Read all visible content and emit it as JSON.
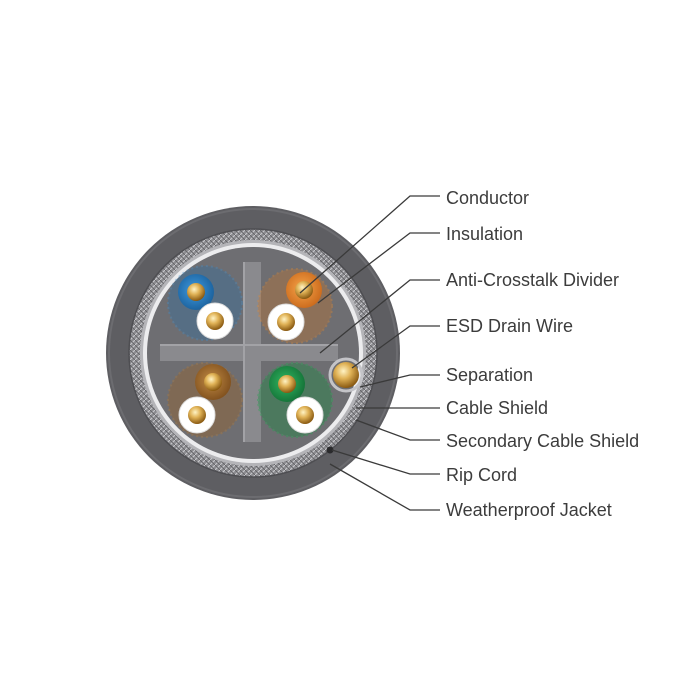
{
  "labels": {
    "conductor": "Conductor",
    "insulation": "Insulation",
    "divider": "Anti-Crosstalk Divider",
    "drain_wire": "ESD Drain Wire",
    "separation": "Separation",
    "cable_shield": "Cable Shield",
    "secondary_shield": "Secondary Cable Shield",
    "rip_cord": "Rip Cord",
    "jacket": "Weatherproof Jacket"
  },
  "colors": {
    "jacket": "#5e5e62",
    "shield": "#9a9a9e",
    "core": "#6e6e72",
    "divider": "#8a8a8e",
    "copper": "#d9a84a",
    "blue_pair": "#2a7fc4",
    "orange_pair": "#e8892a",
    "brown_pair": "#a8702c",
    "green_pair": "#1f9a4a",
    "leader_line": "#3a3a3a",
    "label_text": "#3c3c3c"
  }
}
